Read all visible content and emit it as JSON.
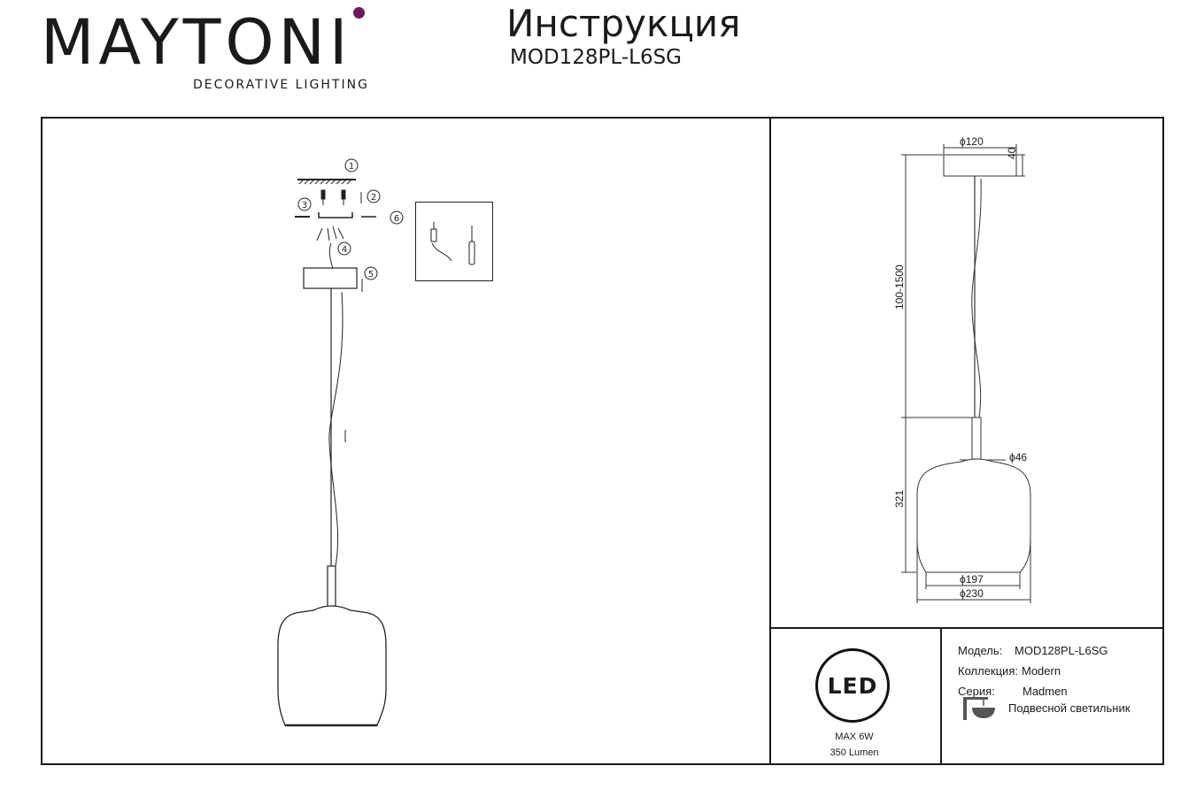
{
  "brand": {
    "name": "MAYTONI",
    "tagline": "DECORATIVE LIGHTING",
    "accent_color": "#6a1b5a"
  },
  "header": {
    "title": "Инструкция",
    "model_code": "MOD128PL-L6SG"
  },
  "install_diagram": {
    "callouts": [
      "1",
      "2",
      "3",
      "4",
      "5",
      "6"
    ]
  },
  "dimensions": {
    "canopy_diameter": "ϕ120",
    "canopy_height": "40",
    "cable_length": "100-1500",
    "holder_diameter": "ϕ46",
    "shade_height": "321",
    "shade_inner_diameter": "ϕ197",
    "shade_diameter": "ϕ230"
  },
  "led_badge": {
    "label": "LED",
    "power": "MAX 6W",
    "lumen": "350 Lumen"
  },
  "product_info": {
    "model_label": "Модель:",
    "model_value": "MOD128PL-L6SG",
    "collection_label": "Коллекция:",
    "collection_value": "Modern",
    "series_label": "Серия:",
    "series_value": "Madmen",
    "type_value": "Подвесной светильник"
  }
}
